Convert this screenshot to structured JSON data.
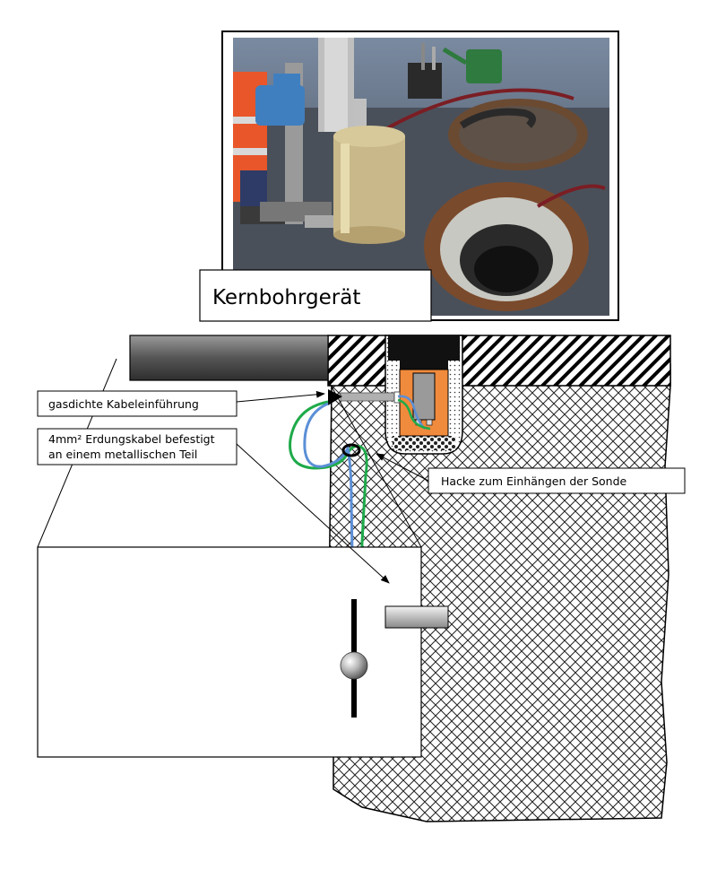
{
  "photo": {
    "caption": "Kernbohrgerät"
  },
  "labels": {
    "cable_entry": "gasdichte Kabeleinführung",
    "earth_cable_line1": "4mm² Erdungskabel befestigt",
    "earth_cable_line2": "an einem metallischen Teil",
    "hook": "Hacke zum Einhängen der Sonde"
  },
  "colors": {
    "green_wire": "#1faa4a",
    "blue_wire": "#5b8fd6",
    "probe_housing": "#f08a3c",
    "probe_cap": "#111111"
  }
}
